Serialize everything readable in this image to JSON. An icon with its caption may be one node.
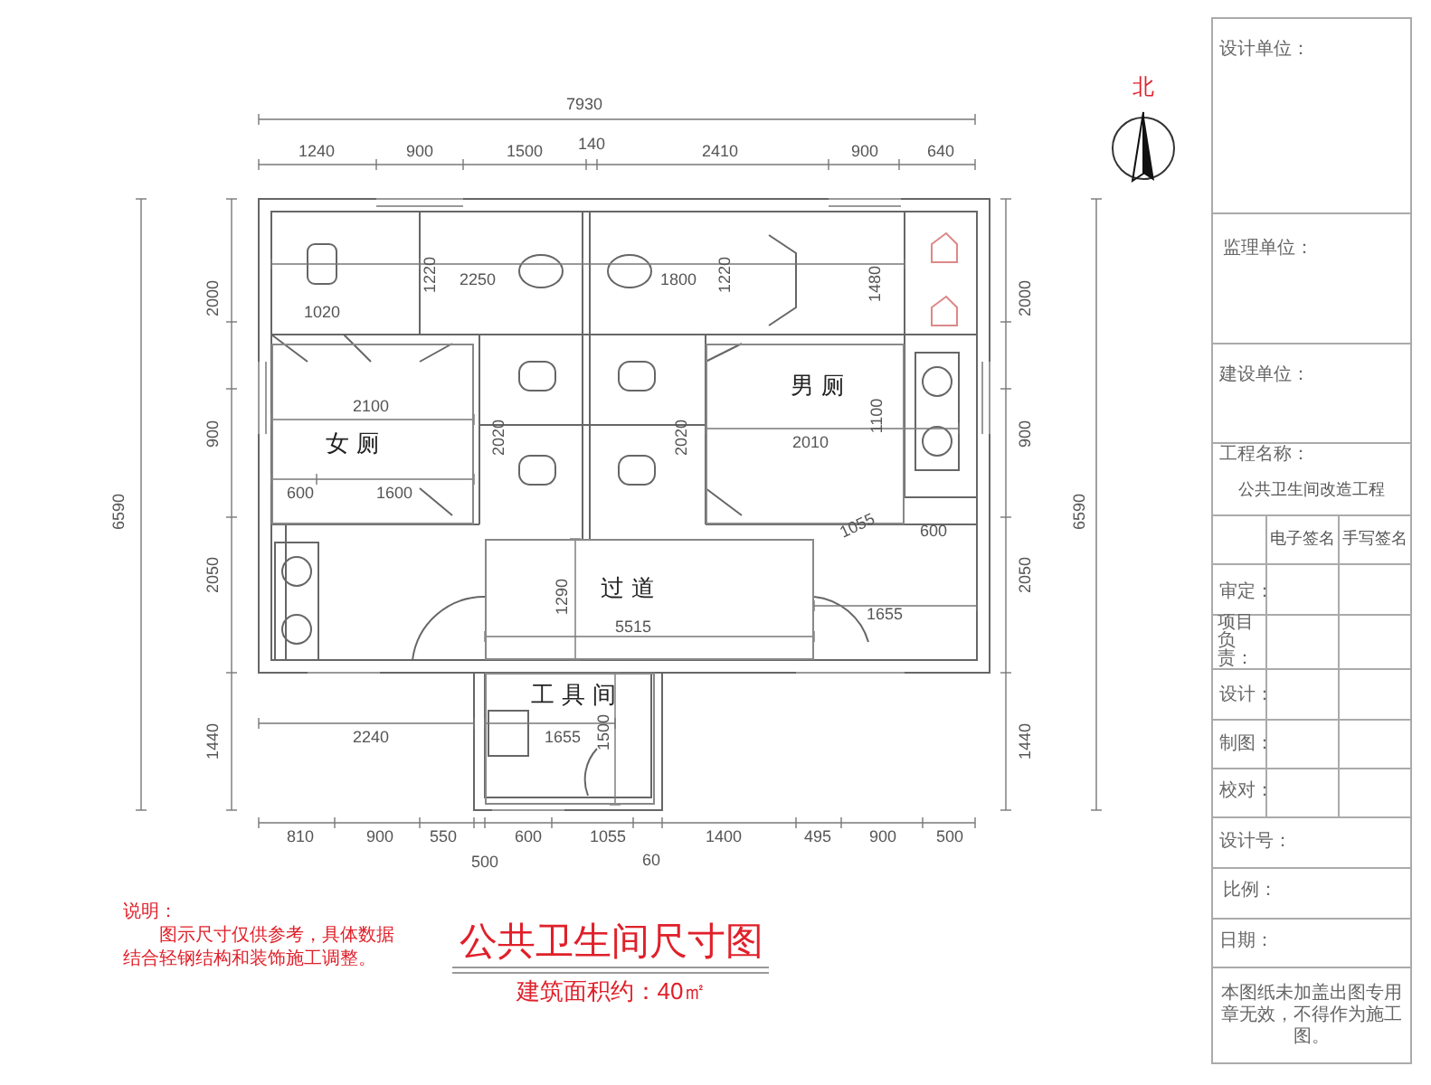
{
  "diagram": {
    "title": "公共卫生间尺寸图",
    "caption": "建筑面积约：40㎡",
    "nodes": [
      {
        "text": [
          "女厕"
        ]
      },
      {
        "text": [
          "男厕"
        ]
      },
      {
        "text": [
          "过道"
        ]
      },
      {
        "text": [
          "工具间"
        ]
      }
    ],
    "edges": [],
    "labels": [
      "北",
      "7930",
      "1240",
      "900",
      "1500",
      "140",
      "2410",
      "900",
      "640",
      "6590",
      "2000",
      "900",
      "2050",
      "1440",
      "2000",
      "900",
      "2050",
      "1440",
      "6590",
      "1020",
      "1220",
      "2250",
      "1800",
      "1220",
      "1480",
      "2100",
      "2020",
      "2020",
      "1100",
      "2010",
      "600",
      "1600",
      "1055",
      "600",
      "1290",
      "5515",
      "1655",
      "2240",
      "1655",
      "1500",
      "810",
      "900",
      "550",
      "500",
      "600",
      "1055",
      "60",
      "1400",
      "495",
      "900",
      "500",
      "说明：",
      "图示尺寸仅供参考，具体数据结合轻钢结构和装饰施工调整。",
      "设计单位：",
      "监理单位：",
      "建设单位：",
      "工程名称：",
      "公共卫生间改造工程",
      "电子签名",
      "手写签名",
      "审定：",
      "项目负责：",
      "设计：",
      "制图：",
      "校对：",
      "设计号：",
      "比例：",
      "日期：",
      "本图纸未加盖出图专用章无效，不得作为施工图。"
    ]
  }
}
